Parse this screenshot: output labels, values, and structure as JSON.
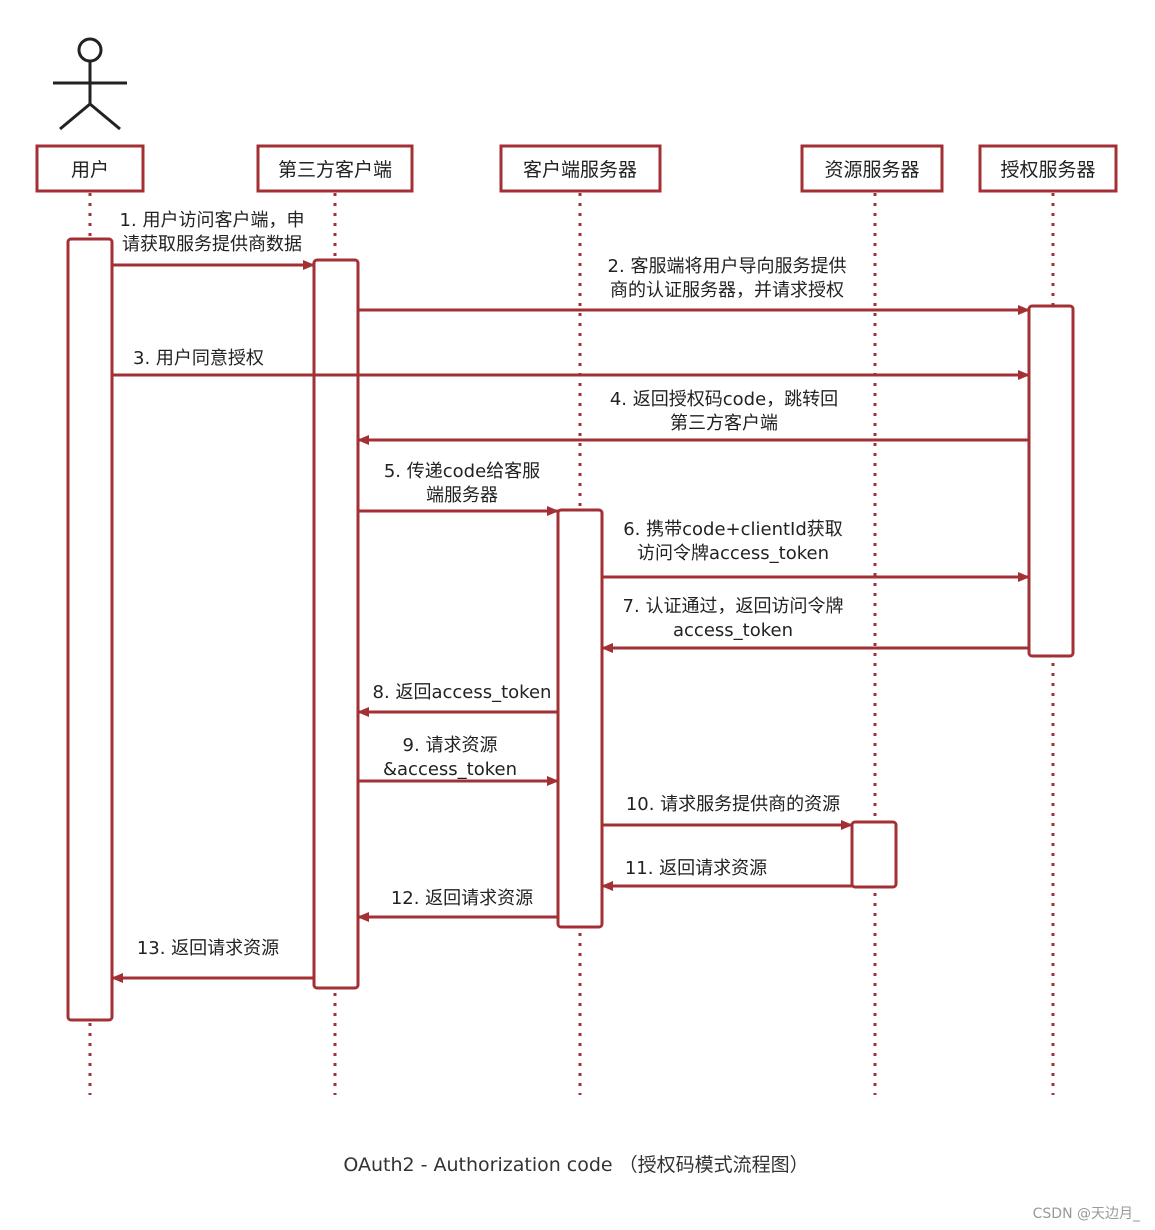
{
  "colors": {
    "accent": "#a33035",
    "text": "#222222",
    "caption": "#333333",
    "watermark": "#999999"
  },
  "icons": {
    "actor": "stick-figure-icon"
  },
  "participants": [
    {
      "id": "user",
      "label": "用户"
    },
    {
      "id": "client",
      "label": "第三方客户端"
    },
    {
      "id": "server",
      "label": "客户端服务器"
    },
    {
      "id": "resource",
      "label": "资源服务器"
    },
    {
      "id": "auth",
      "label": "授权服务器"
    }
  ],
  "messages": [
    {
      "num": "1",
      "from": "user",
      "to": "client",
      "lines": [
        "1. 用户访问客户端，申",
        "请获取服务提供商数据"
      ]
    },
    {
      "num": "2",
      "from": "client",
      "to": "auth",
      "lines": [
        "2. 客服端将用户导向服务提供",
        "商的认证服务器，并请求授权"
      ]
    },
    {
      "num": "3",
      "from": "user",
      "to": "auth",
      "lines": [
        "3. 用户同意授权"
      ]
    },
    {
      "num": "4",
      "from": "auth",
      "to": "client",
      "lines": [
        "4. 返回授权码code，跳转回",
        "第三方客户端"
      ]
    },
    {
      "num": "5",
      "from": "client",
      "to": "server",
      "lines": [
        "5. 传递code给客服",
        "端服务器"
      ]
    },
    {
      "num": "6",
      "from": "server",
      "to": "auth",
      "lines": [
        "6. 携带code+clientId获取",
        "访问令牌access_token"
      ]
    },
    {
      "num": "7",
      "from": "auth",
      "to": "server",
      "lines": [
        "7. 认证通过，返回访问令牌",
        "access_token"
      ]
    },
    {
      "num": "8",
      "from": "server",
      "to": "client",
      "lines": [
        "8. 返回access_token"
      ]
    },
    {
      "num": "9",
      "from": "client",
      "to": "server",
      "lines": [
        "9. 请求资源",
        "&access_token"
      ]
    },
    {
      "num": "10",
      "from": "server",
      "to": "resource",
      "lines": [
        "10. 请求服务提供商的资源"
      ]
    },
    {
      "num": "11",
      "from": "resource",
      "to": "server",
      "lines": [
        "11. 返回请求资源"
      ]
    },
    {
      "num": "12",
      "from": "server",
      "to": "client",
      "lines": [
        "12. 返回请求资源"
      ]
    },
    {
      "num": "13",
      "from": "client",
      "to": "user",
      "lines": [
        "13. 返回请求资源"
      ]
    }
  ],
  "caption": "OAuth2 - Authorization code （授权码模式流程图）",
  "watermark": "CSDN @天边月_"
}
